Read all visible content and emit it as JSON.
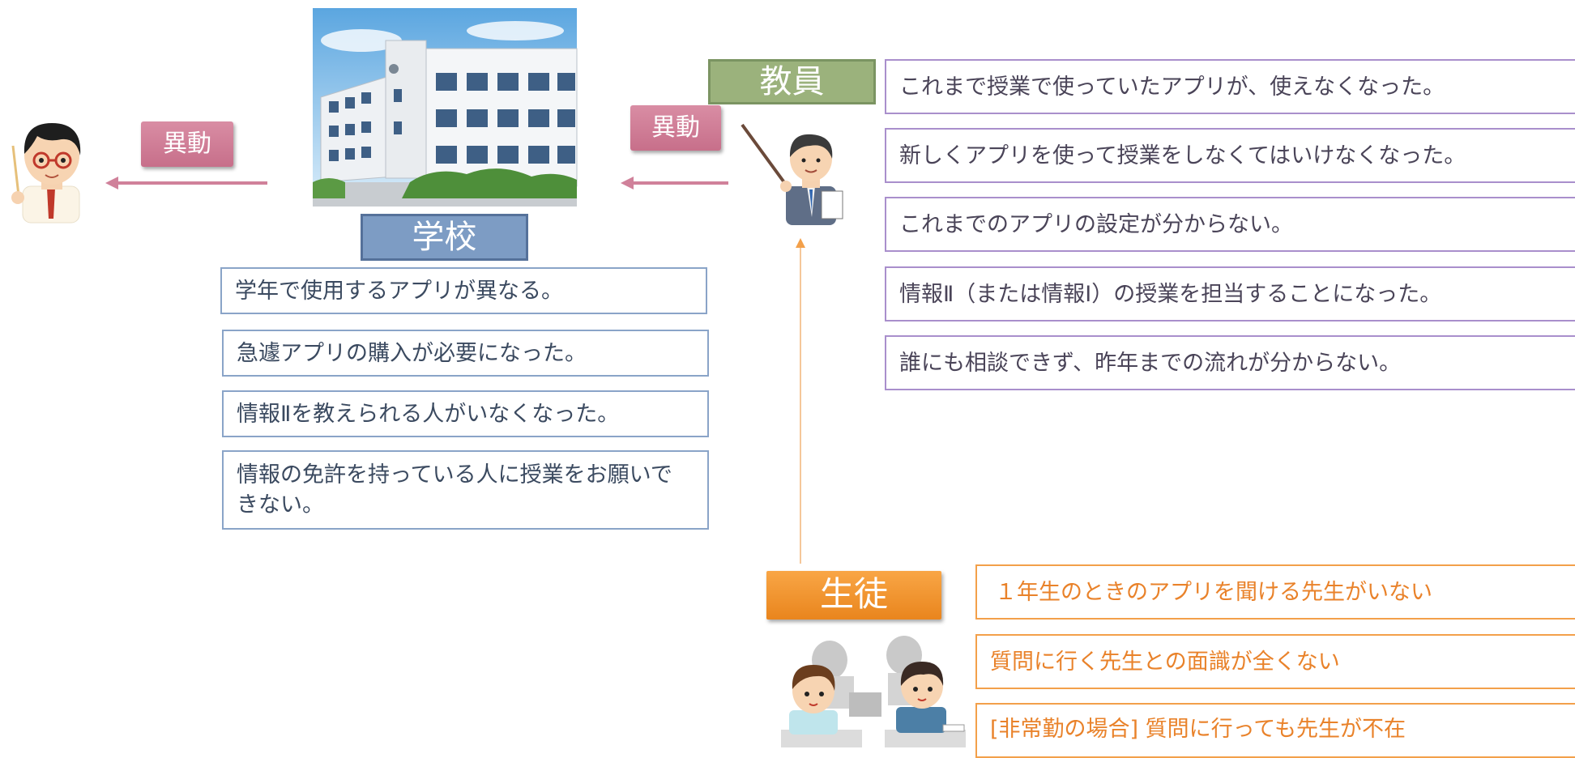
{
  "labels": {
    "move_left": "異動",
    "move_right": "異動",
    "school": "学校",
    "teacher": "教員",
    "student": "生徒"
  },
  "school_issues": [
    "学年で使用するアプリが異なる。",
    "急遽アプリの購入が必要になった。",
    "情報Ⅱを教えられる人がいなくなった。",
    "情報の免許を持っている人に授業をお願いできない。"
  ],
  "teacher_issues": [
    "これまで授業で使っていたアプリが、使えなくなった。",
    "新しくアプリを使って授業をしなくてはいけなくなった。",
    "これまでのアプリの設定が分からない。",
    "情報Ⅱ（または情報Ⅰ）の授業を担当することになった。",
    "誰にも相談できず、昨年までの流れが分からない。"
  ],
  "student_issues": [
    "１年生のときのアプリを聞ける先生がいない",
    "質問に行く先生との面識が全くない",
    "[非常勤の場合] 質問に行っても先生が不在"
  ],
  "colors": {
    "move": "#d0819a",
    "school": "#7d9cc4",
    "teacher": "#9bb27c",
    "student": "#f39a3a"
  },
  "icons": [
    "left-teacher-illustration",
    "school-building-illustration",
    "teacher-pointer-illustration",
    "students-illustration"
  ]
}
